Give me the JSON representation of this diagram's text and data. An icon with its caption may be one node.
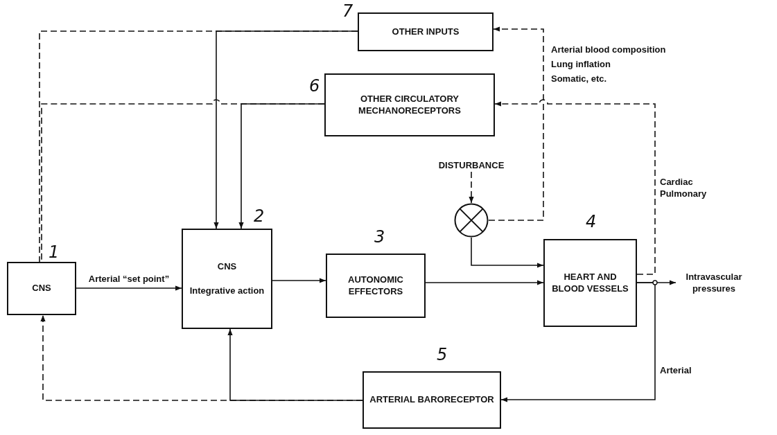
{
  "diagram": {
    "nodes": [
      {
        "text": [
          "CNS"
        ],
        "beside": [
          "1"
        ]
      },
      {
        "text": [
          "CNS",
          "Integrative action"
        ],
        "beside": [
          "2"
        ]
      },
      {
        "text": [
          "AUTONOMIC EFFECTORS"
        ],
        "beside": [
          "3"
        ]
      },
      {
        "text": [
          "HEART AND BLOOD VESSELS"
        ],
        "beside": [
          "4"
        ]
      },
      {
        "text": [
          "ARTERIAL BARORECEPTOR"
        ],
        "beside": [
          "5"
        ]
      },
      {
        "text": [
          "OTHER CIRCULATORY MECHANORECEPTORS"
        ],
        "beside": [
          "6"
        ]
      },
      {
        "text": [
          "OTHER INPUTS"
        ],
        "beside": [
          "7"
        ]
      },
      {
        "text": [],
        "shape": "circle"
      },
      {
        "text": [
          "DISTURBANCE"
        ]
      },
      {
        "text": [
          "Intravascular pressures"
        ]
      }
    ],
    "edges": [
      {
        "from": 0,
        "to": 1,
        "arrow": "to",
        "label": "Arterial “set point”"
      },
      {
        "from": 1,
        "to": 2,
        "arrow": "to"
      },
      {
        "from": 2,
        "to": 3,
        "arrow": "to"
      },
      {
        "from": 3,
        "to": 9,
        "arrow": "to"
      },
      {
        "from": 3,
        "to": 4,
        "arrow": "to",
        "label": "Arterial"
      },
      {
        "from": 3,
        "to": 5,
        "arrow": "to",
        "label": "Cardiac Pulmonary",
        "style": "dashed"
      },
      {
        "from": 7,
        "to": 6,
        "arrow": "to",
        "style": "dashed"
      },
      {
        "from": 8,
        "to": 7,
        "arrow": "to",
        "style": "dashed"
      },
      {
        "from": 7,
        "to": 3,
        "arrow": "to"
      },
      {
        "from": 5,
        "to": 1,
        "arrow": "to"
      },
      {
        "from": 5,
        "to": 0,
        "arrow": "none",
        "style": "dashed"
      },
      {
        "from": 6,
        "to": 1,
        "arrow": "to"
      },
      {
        "from": 6,
        "to": 0,
        "arrow": "none",
        "style": "dashed"
      },
      {
        "from": 4,
        "to": 1,
        "arrow": "to"
      },
      {
        "from": 4,
        "to": 0,
        "arrow": "to",
        "style": "dashed"
      }
    ],
    "labels": [
      "Arterial blood composition",
      "Lung inflation",
      "Somatic, etc."
    ]
  }
}
